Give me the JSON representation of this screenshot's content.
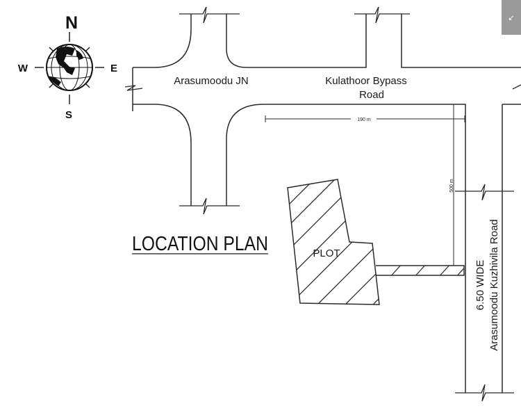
{
  "compass": {
    "north": "N",
    "south": "S",
    "east": "E",
    "west": "W"
  },
  "roads": {
    "junction_label": "Arasumoodu JN",
    "bypass_label_line1": "Kulathoor Bypass",
    "bypass_label_line2": "Road",
    "side_road_line1": "6.50 WIDE",
    "side_road_line2": "Arasumoodu Kuzhivila Road"
  },
  "dimensions": {
    "horizontal": "190 m",
    "vertical": "500 m"
  },
  "title": "LOCATION PLAN",
  "plot_label": "PLOT",
  "ui": {
    "expand_icon": "↙"
  }
}
